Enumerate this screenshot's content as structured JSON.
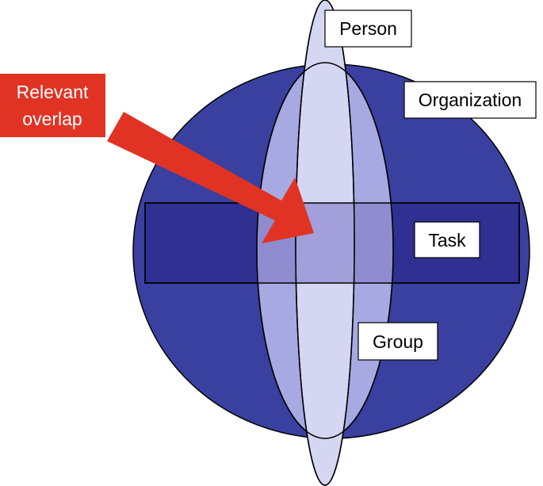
{
  "labels": {
    "person": "Person",
    "organization": "Organization",
    "task": "Task",
    "group": "Group",
    "callout_line1": "Relevant",
    "callout_line2": "overlap"
  },
  "colors": {
    "organization_fill": "#3a40a0",
    "group_fill": "#a7a9e2",
    "person_fill": "#d4d6f2",
    "overlap_fill": "#a39fdb",
    "overlap_group_sides": "#8f8ccf",
    "task_band_fill": "#302f92",
    "callout_fill": "#e03324",
    "outline": "#000000",
    "label_box_fill": "#ffffff"
  }
}
